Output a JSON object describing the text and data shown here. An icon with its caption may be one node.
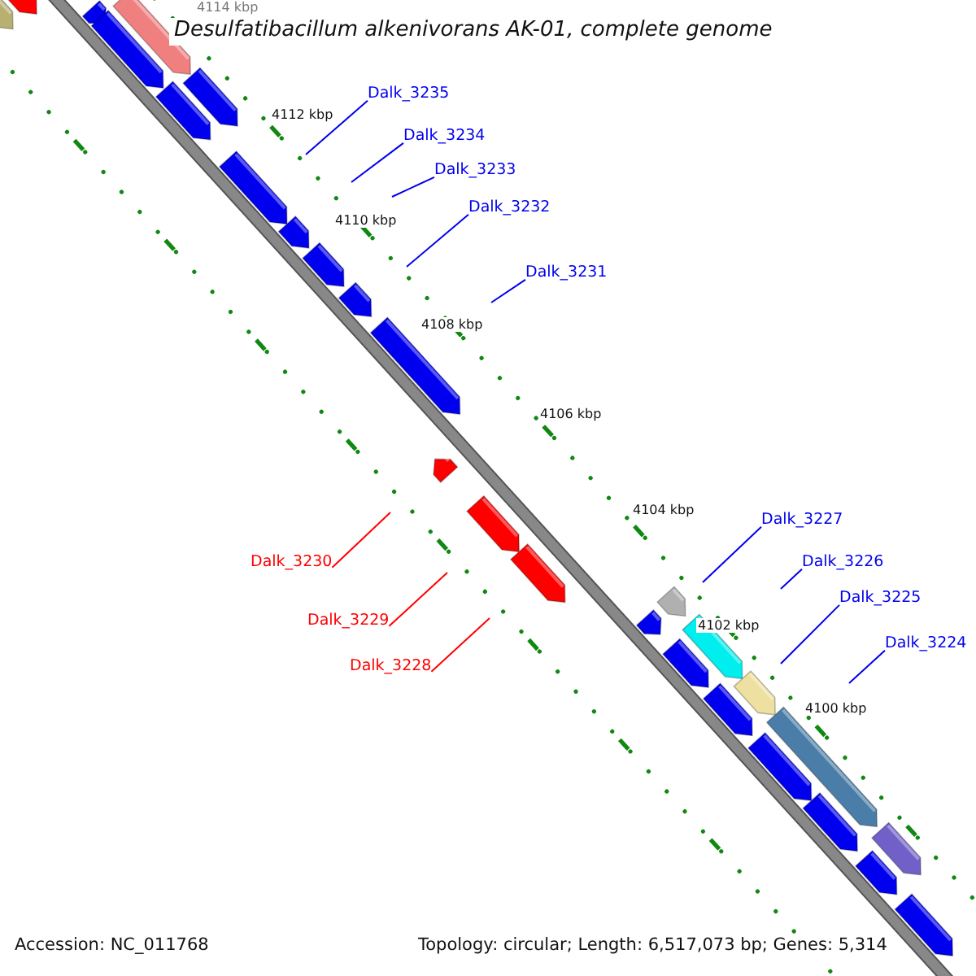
{
  "diagram": {
    "title": "Desulfatibacillum alkenivorans AK-01, complete genome",
    "nodes": [
      {
        "text": [
          "Dalk_3235"
        ]
      },
      {
        "text": [
          "Dalk_3234"
        ]
      },
      {
        "text": [
          "Dalk_3233"
        ]
      },
      {
        "text": [
          "Dalk_3232"
        ]
      },
      {
        "text": [
          "Dalk_3231"
        ]
      },
      {
        "text": [
          "Dalk_3230"
        ]
      },
      {
        "text": [
          "Dalk_3229"
        ]
      },
      {
        "text": [
          "Dalk_3228"
        ]
      },
      {
        "text": [
          "Dalk_3227"
        ]
      },
      {
        "text": [
          "Dalk_3226"
        ]
      },
      {
        "text": [
          "Dalk_3225"
        ]
      },
      {
        "text": [
          "Dalk_3224"
        ]
      }
    ],
    "edges": [
      {
        "from": 0,
        "to": null,
        "arrow": "none"
      },
      {
        "from": 1,
        "to": null,
        "arrow": "none"
      },
      {
        "from": 2,
        "to": null,
        "arrow": "none"
      },
      {
        "from": 3,
        "to": null,
        "arrow": "none"
      },
      {
        "from": 4,
        "to": null,
        "arrow": "none"
      },
      {
        "from": 5,
        "to": null,
        "arrow": "none",
        "color": "#ff0000"
      },
      {
        "from": 6,
        "to": null,
        "arrow": "none",
        "color": "#ff0000"
      },
      {
        "from": 7,
        "to": null,
        "arrow": "none",
        "color": "#ff0000"
      },
      {
        "from": 8,
        "to": null,
        "arrow": "none"
      },
      {
        "from": 9,
        "to": null,
        "arrow": "none"
      },
      {
        "from": 10,
        "to": null,
        "arrow": "none"
      },
      {
        "from": 11,
        "to": null,
        "arrow": "none"
      }
    ],
    "labels": [
      "4114 kbp",
      "4112 kbp",
      "4110 kbp",
      "4108 kbp",
      "4106 kbp",
      "4104 kbp",
      "4102 kbp",
      "4100 kbp",
      "Accession: NC_011768",
      "Topology: circular; Length: 6,517,073 bp; Genes: 5,314"
    ]
  }
}
